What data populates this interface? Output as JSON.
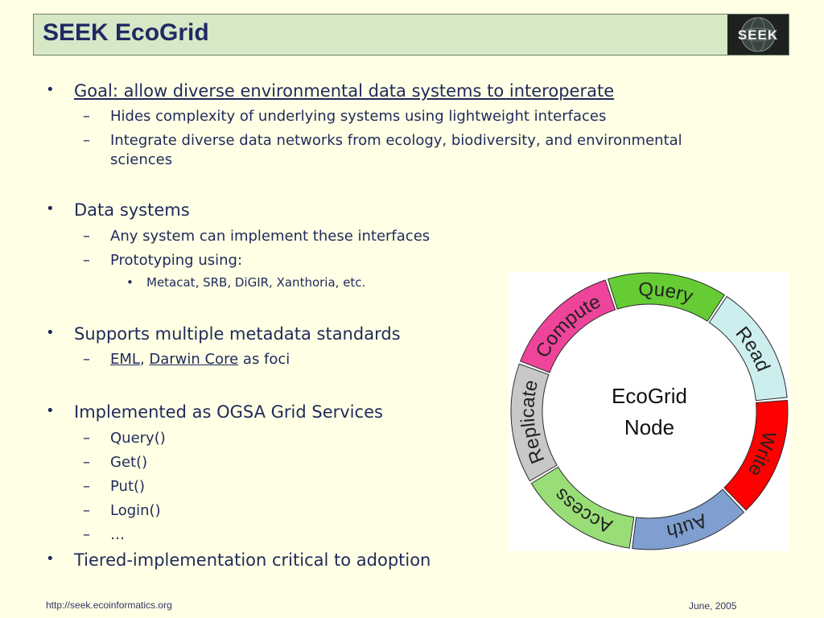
{
  "slide": {
    "title": "SEEK EcoGrid",
    "logo_text": "SEEK"
  },
  "bullets": [
    {
      "text": "Goal: allow diverse environmental data systems to interoperate",
      "children": [
        "Hides complexity of underlying systems using lightweight interfaces",
        "Integrate diverse data networks from ecology, biodiversity, and environmental",
        "sciences"
      ]
    },
    {
      "text": "Data systems",
      "children": [
        "Any system can implement these interfaces",
        "Prototyping using:"
      ],
      "grandchildren": [
        "Metacat, SRB, DiGIR, Xanthoria, etc."
      ]
    },
    {
      "text": "Supports multiple metadata standards",
      "children": [
        {
          "link1": "EML",
          "sep": ", ",
          "link2": "Darwin Core",
          "rest": " as foci"
        }
      ]
    },
    {
      "text": "Implemented as OGSA Grid Services",
      "children": [
        "Query()",
        "Get()",
        "Put()",
        "Login()",
        "…"
      ]
    },
    {
      "text": "Tiered-implementation critical to adoption",
      "children": []
    }
  ],
  "markers": {
    "level1": "•",
    "level2": "–",
    "level3": "•"
  },
  "diagram": {
    "center_line1": "EcoGrid",
    "center_line2": "Node",
    "segments": [
      {
        "label": "Query",
        "color": "#66cc33"
      },
      {
        "label": "Read",
        "color": "#cceeee"
      },
      {
        "label": "Write",
        "color": "#ff0000"
      },
      {
        "label": "Auth",
        "color": "#7f9fd0"
      },
      {
        "label": "Access",
        "color": "#99dd77"
      },
      {
        "label": "Replicate",
        "color": "#c8c8c8"
      },
      {
        "label": "Compute",
        "color": "#ee4499"
      }
    ]
  },
  "footer": {
    "url": "http://seek.ecoinformatics.org",
    "date": "June, 2005"
  }
}
